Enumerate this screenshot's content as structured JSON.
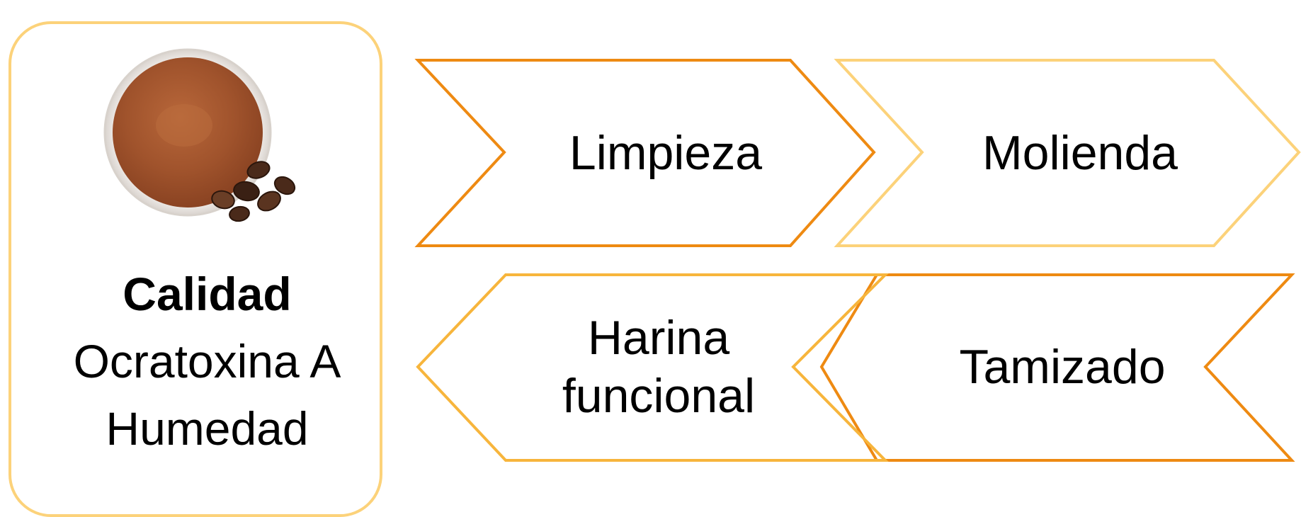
{
  "quality": {
    "title": "Calidad",
    "line1": "Ocratoxina A",
    "line2": "Humedad",
    "image_icon": "cocoa-powder-bowl-image"
  },
  "steps": {
    "limpieza": "Limpieza",
    "molienda": "Molienda",
    "tamizado": "Tamizado",
    "harina_line1": "Harina",
    "harina_line2": "funcional"
  },
  "colors": {
    "orange_dark": "#EE8A12",
    "orange_light": "#FCD27A",
    "orange_mid": "#F7B53C",
    "text": "#000000"
  }
}
